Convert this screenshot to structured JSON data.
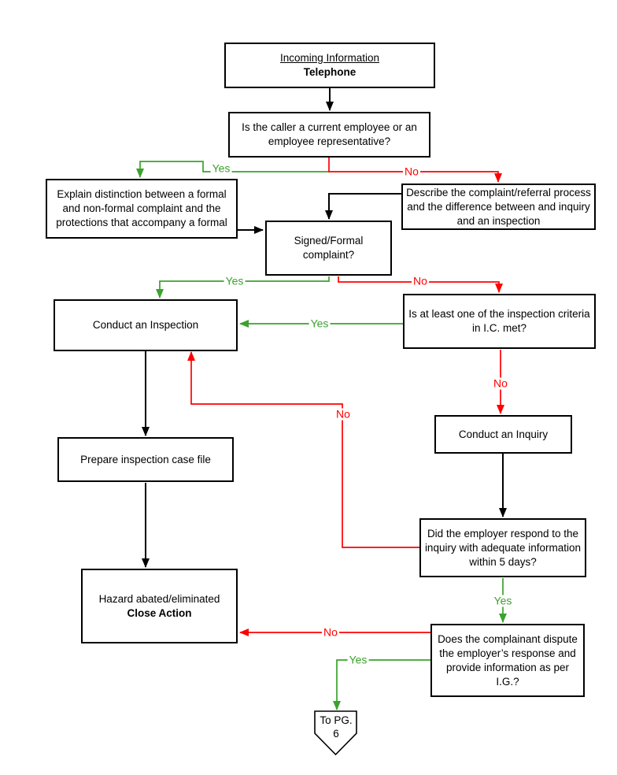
{
  "diagram": {
    "colors": {
      "yes": "#3AA32C",
      "no": "#FF0000",
      "line": "#000000"
    },
    "labels": {
      "yes": "Yes",
      "no": "No"
    },
    "nodes": {
      "incoming": {
        "title": "Incoming Information",
        "subtitle": "Telephone"
      },
      "is_caller": {
        "text": "Is the caller a current employee or an employee representative?"
      },
      "explain": {
        "text": "Explain distinction between a formal and non-formal complaint and the protections that accompany a formal"
      },
      "describe": {
        "text": "Describe the complaint/referral process and the difference between and inquiry and an inspection"
      },
      "signed_formal": {
        "text": "Signed/Formal complaint?"
      },
      "conduct_inspection": {
        "text": "Conduct an Inspection"
      },
      "criteria_met": {
        "text": "Is at least one of the inspection criteria in I.C. met?"
      },
      "conduct_inquiry": {
        "text": "Conduct an Inquiry"
      },
      "prepare_case_file": {
        "text": "Prepare inspection case file"
      },
      "employer_respond": {
        "text": "Did the employer respond to the inquiry with adequate information within 5 days?"
      },
      "hazard_abated": {
        "line1": "Hazard abated/eliminated",
        "line2": "Close Action"
      },
      "complainant_dispute": {
        "text": "Does the complainant dispute the employer’s response and provide information as per I.G.?"
      },
      "offpage": {
        "line1": "To PG.",
        "line2": "6"
      }
    },
    "edges": [
      {
        "from": "incoming",
        "to": "is_caller",
        "label": ""
      },
      {
        "from": "is_caller",
        "to": "explain",
        "label": "Yes"
      },
      {
        "from": "is_caller",
        "to": "describe",
        "label": "No"
      },
      {
        "from": "explain",
        "to": "signed_formal",
        "label": ""
      },
      {
        "from": "describe",
        "to": "signed_formal",
        "label": ""
      },
      {
        "from": "signed_formal",
        "to": "conduct_inspection",
        "label": "Yes"
      },
      {
        "from": "signed_formal",
        "to": "criteria_met",
        "label": "No"
      },
      {
        "from": "criteria_met",
        "to": "conduct_inspection",
        "label": "Yes"
      },
      {
        "from": "criteria_met",
        "to": "conduct_inquiry",
        "label": "No"
      },
      {
        "from": "conduct_inspection",
        "to": "prepare_case_file",
        "label": ""
      },
      {
        "from": "conduct_inquiry",
        "to": "employer_respond",
        "label": ""
      },
      {
        "from": "employer_respond",
        "to": "conduct_inspection",
        "label": "No"
      },
      {
        "from": "prepare_case_file",
        "to": "hazard_abated",
        "label": ""
      },
      {
        "from": "employer_respond",
        "to": "complainant_dispute",
        "label": "Yes"
      },
      {
        "from": "complainant_dispute",
        "to": "hazard_abated",
        "label": "No"
      },
      {
        "from": "complainant_dispute",
        "to": "offpage",
        "label": "Yes"
      }
    ]
  }
}
